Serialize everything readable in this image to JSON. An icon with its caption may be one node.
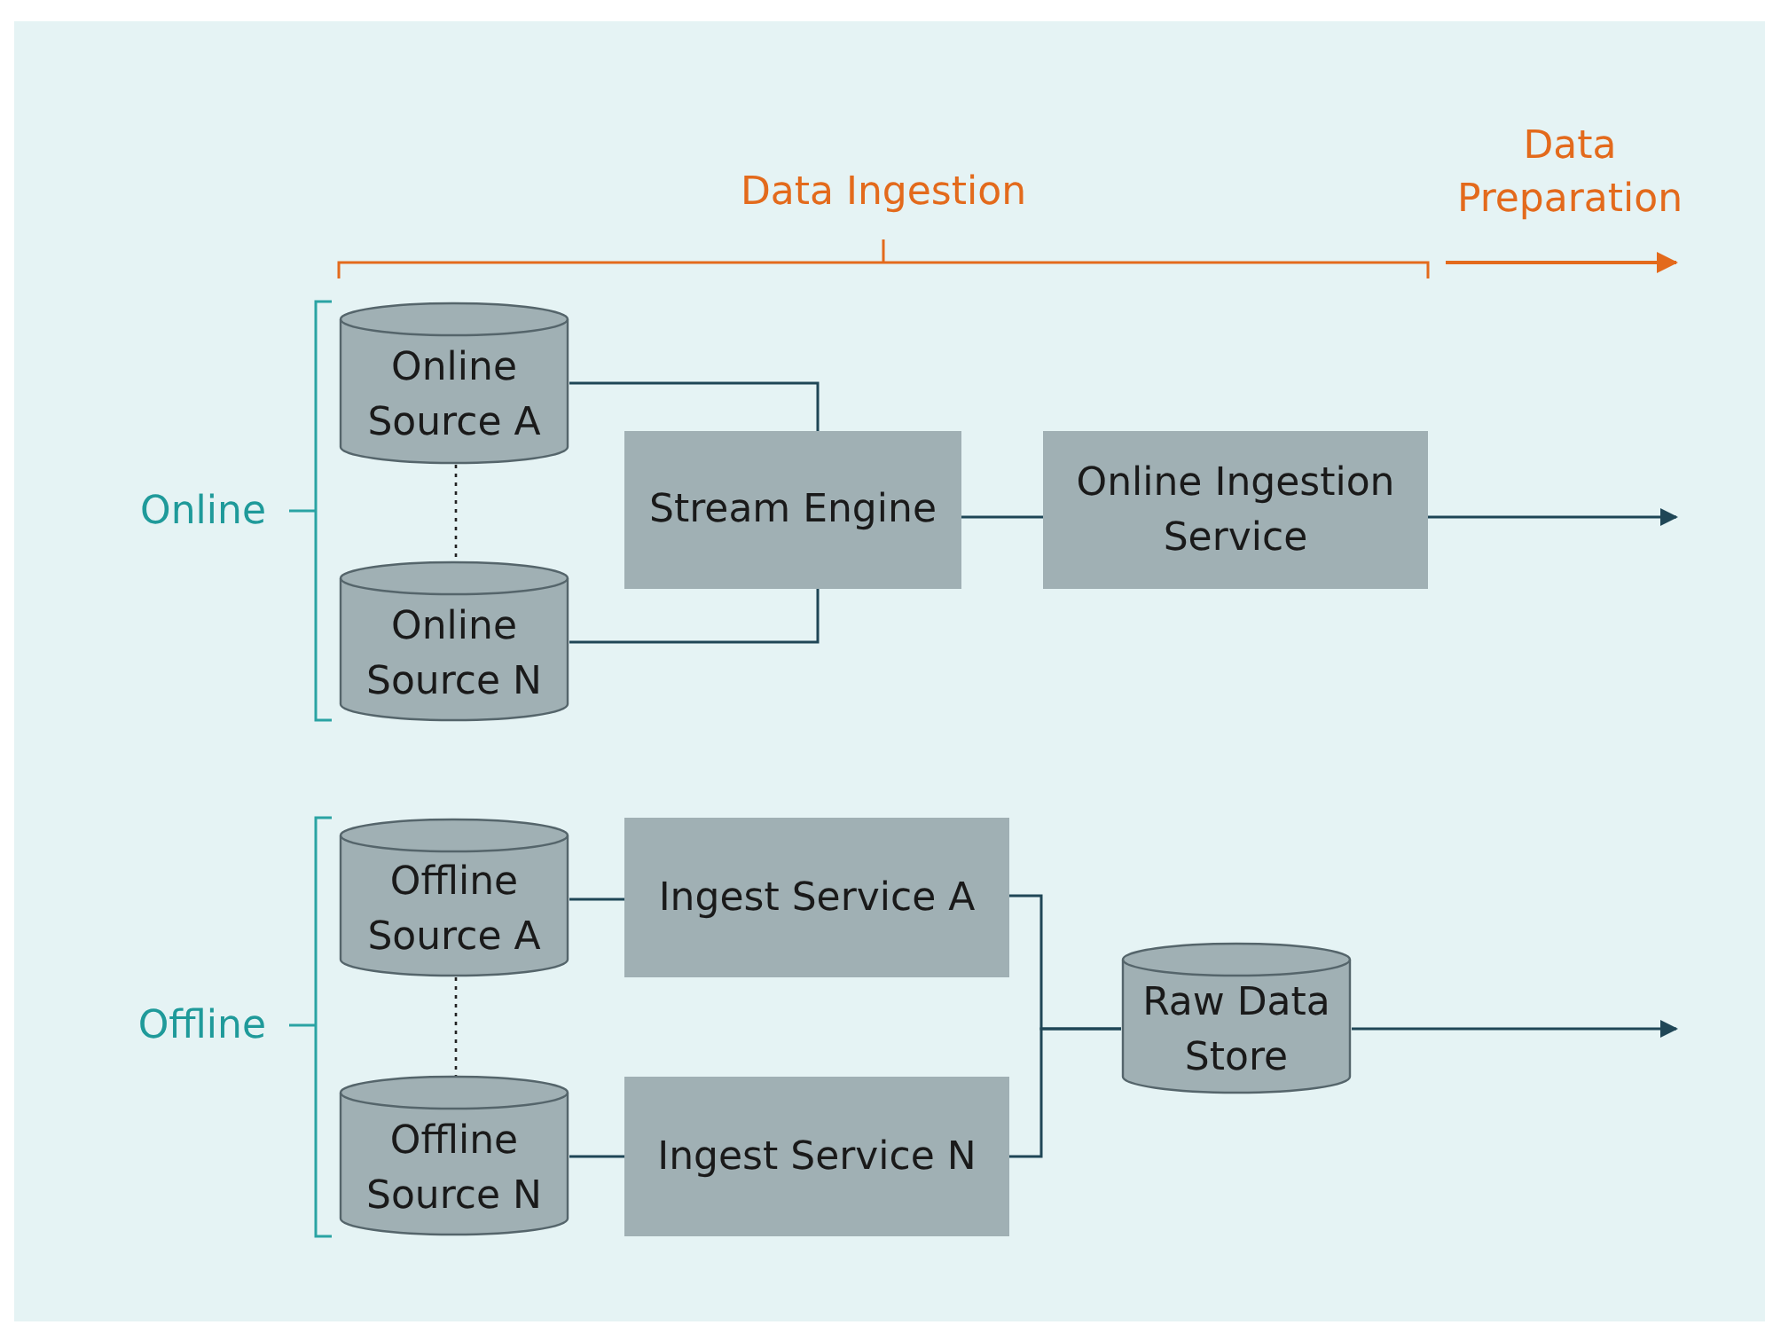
{
  "diagram": {
    "nodes": [
      {
        "text": [
          "Online Source A"
        ]
      },
      {
        "text": [
          "Online Source N"
        ]
      },
      {
        "text": [
          "Stream Engine"
        ]
      },
      {
        "text": [
          "Online Ingestion Service"
        ]
      },
      {
        "text": [
          "Offline Source A"
        ]
      },
      {
        "text": [
          "Offline Source N"
        ]
      },
      {
        "text": [
          "Ingest Service A"
        ]
      },
      {
        "text": [
          "Ingest Service N"
        ]
      },
      {
        "text": [
          "Raw Data Store"
        ]
      }
    ],
    "edges": [
      {
        "from": 0,
        "to": 2,
        "arrow": "none"
      },
      {
        "from": 1,
        "to": 2,
        "arrow": "none"
      },
      {
        "from": 0,
        "to": 1,
        "arrow": "none",
        "style": "dashed"
      },
      {
        "from": 2,
        "to": 3,
        "arrow": "none"
      },
      {
        "from": 3,
        "to": null,
        "arrow": "to"
      },
      {
        "from": 4,
        "to": 6,
        "arrow": "none"
      },
      {
        "from": 5,
        "to": 7,
        "arrow": "none"
      },
      {
        "from": 4,
        "to": 5,
        "arrow": "none",
        "style": "dashed"
      },
      {
        "from": 6,
        "to": 8,
        "arrow": "none"
      },
      {
        "from": 7,
        "to": 8,
        "arrow": "none"
      },
      {
        "from": 8,
        "to": null,
        "arrow": "to"
      }
    ],
    "labels": [
      "Data Ingestion",
      "Data Preparation",
      "Online",
      "Offline"
    ]
  }
}
